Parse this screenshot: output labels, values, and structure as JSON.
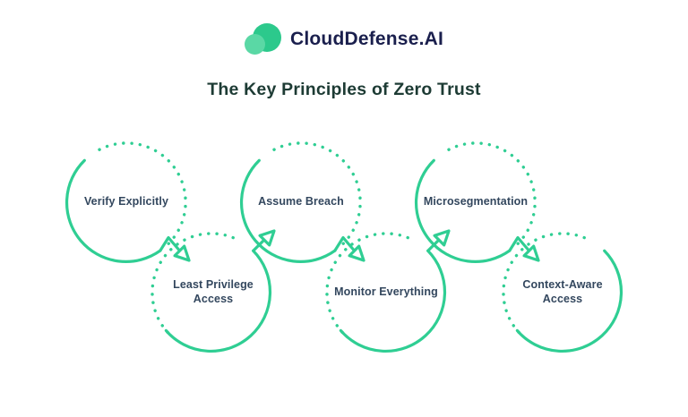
{
  "header": {
    "logo_text": "CloudDefense.AI",
    "logo_icon": "cloud-circles-icon"
  },
  "title": "The Key Principles of Zero Trust",
  "colors": {
    "accent_green": "#2FCE93",
    "logo_green_dark": "#2CC98C",
    "logo_green_light": "#5AD8A5",
    "title_color": "#1D3B34",
    "label_color": "#33475E",
    "logo_text_color": "#1A1F4D"
  },
  "diagram": {
    "type": "chained-circle-flow",
    "connector": "zigzag-arrow",
    "principles": [
      {
        "label": "Verify Explicitly",
        "row": "top"
      },
      {
        "label": "Least Privilege Access",
        "row": "bottom"
      },
      {
        "label": "Assume Breach",
        "row": "top"
      },
      {
        "label": "Monitor Everything",
        "row": "bottom"
      },
      {
        "label": "Microsegmentation",
        "row": "top"
      },
      {
        "label": "Context-Aware Access",
        "row": "bottom"
      }
    ]
  }
}
